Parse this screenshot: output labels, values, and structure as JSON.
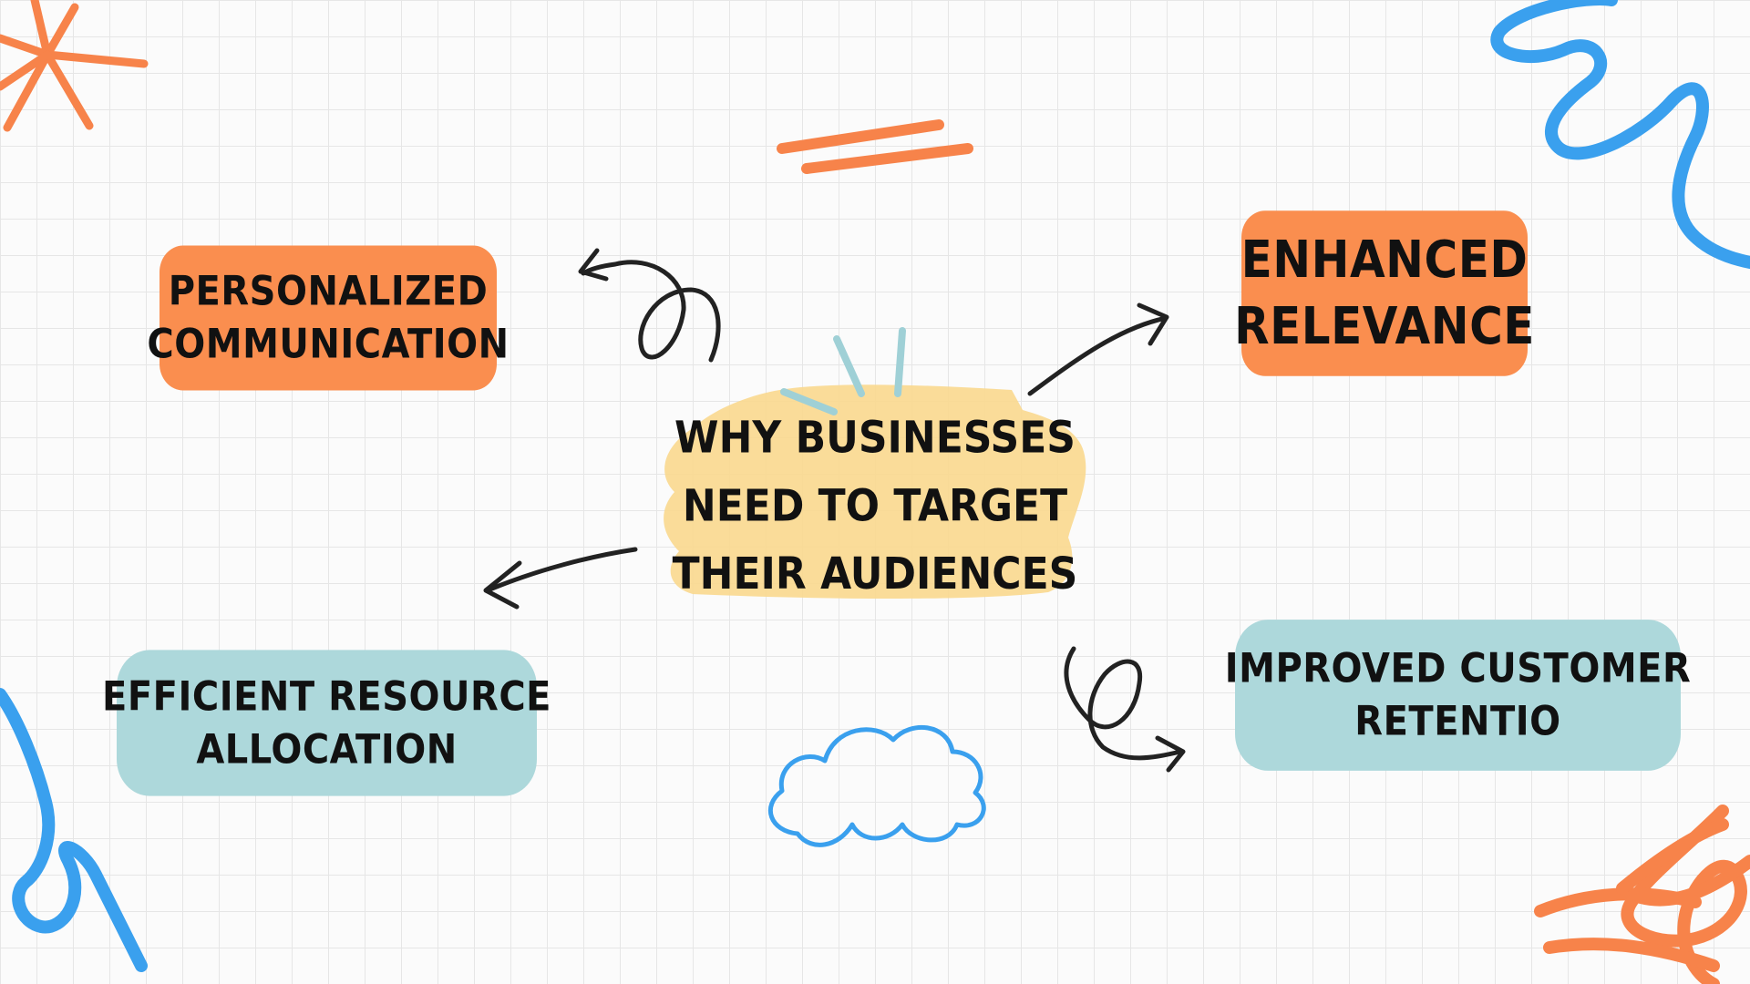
{
  "center": {
    "lines": [
      "Why Businesses",
      "need to target",
      "their audiences"
    ]
  },
  "nodes": {
    "personalized": {
      "lines": [
        "Personalized",
        "Communication"
      ]
    },
    "enhanced": {
      "lines": [
        "Enhanced",
        "Relevance"
      ]
    },
    "efficient": {
      "lines": [
        "Efficient Resource",
        "Allocation"
      ]
    },
    "improved": {
      "lines": [
        "Improved Customer",
        "Retentio"
      ]
    }
  },
  "colors": {
    "orange": "#fa8e4f",
    "teal": "#add8db",
    "highlight": "#f9d88e",
    "blue": "#3aa0ee",
    "ray": "#9fd0d6",
    "ink": "#222222"
  },
  "icons": [
    "orange-starburst-icon",
    "blue-squiggle-icon",
    "orange-dash-strokes-icon",
    "cloud-icon",
    "sun-rays-icon",
    "curly-arrow-icon"
  ]
}
